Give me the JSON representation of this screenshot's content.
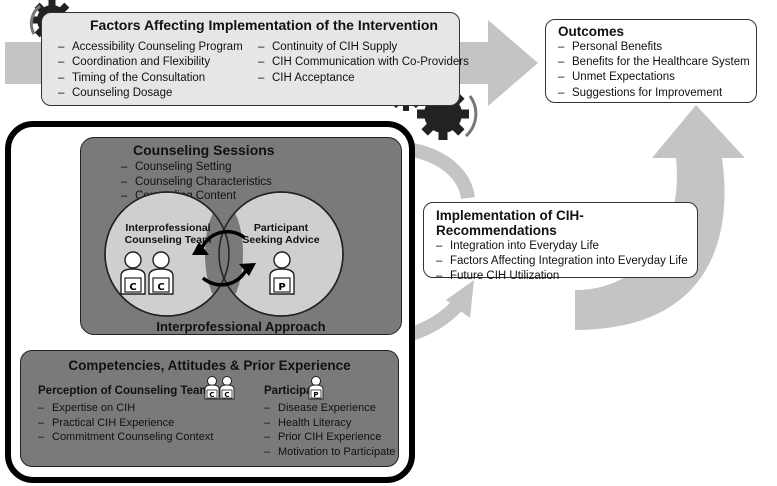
{
  "factors": {
    "title": "Factors Affecting Implementation of the Intervention",
    "items_left": [
      "Accessibility Counseling Program",
      "Coordination and Flexibility",
      "Timing of the Consultation",
      "Counseling Dosage"
    ],
    "items_right": [
      "Continuity of CIH Supply",
      "CIH Communication with Co-Providers",
      "CIH Acceptance"
    ]
  },
  "outcomes": {
    "title": "Outcomes",
    "items": [
      "Personal Benefits",
      "Benefits for the Healthcare System",
      "Unmet Expectations",
      "Suggestions for Improvement"
    ]
  },
  "sessions": {
    "title": "Counseling Sessions",
    "items": [
      "Counseling Setting",
      "Counseling Characteristics",
      "Counseling Content"
    ],
    "team_label": [
      "Interprofessional",
      "Counseling Team"
    ],
    "participant_label": [
      "Participant",
      "Seeking Advice"
    ],
    "team_badge": "C",
    "participant_badge": "P",
    "approach": "Interprofessional Approach"
  },
  "implementation": {
    "title": "Implementation of CIH-Recommendations",
    "items": [
      "Integration into Everyday Life",
      "Factors Affecting Integration into Everyday Life",
      "Future CIH Utilization"
    ]
  },
  "competencies": {
    "title": "Competencies, Attitudes & Prior Experience",
    "team_heading": "Perception of Counseling Team",
    "team_items": [
      "Expertise on CIH",
      "Practical CIH Experience",
      "Commitment Counseling Context"
    ],
    "participant_heading": "Participant",
    "participant_items": [
      "Disease Experience",
      "Health Literacy",
      "Prior CIH Experience",
      "Motivation to Participate"
    ]
  },
  "colors": {
    "light_box": "#e6e6e6",
    "dark_box": "#7a7a7a",
    "arrow": "#c4c4c4",
    "gear": "#222222"
  }
}
